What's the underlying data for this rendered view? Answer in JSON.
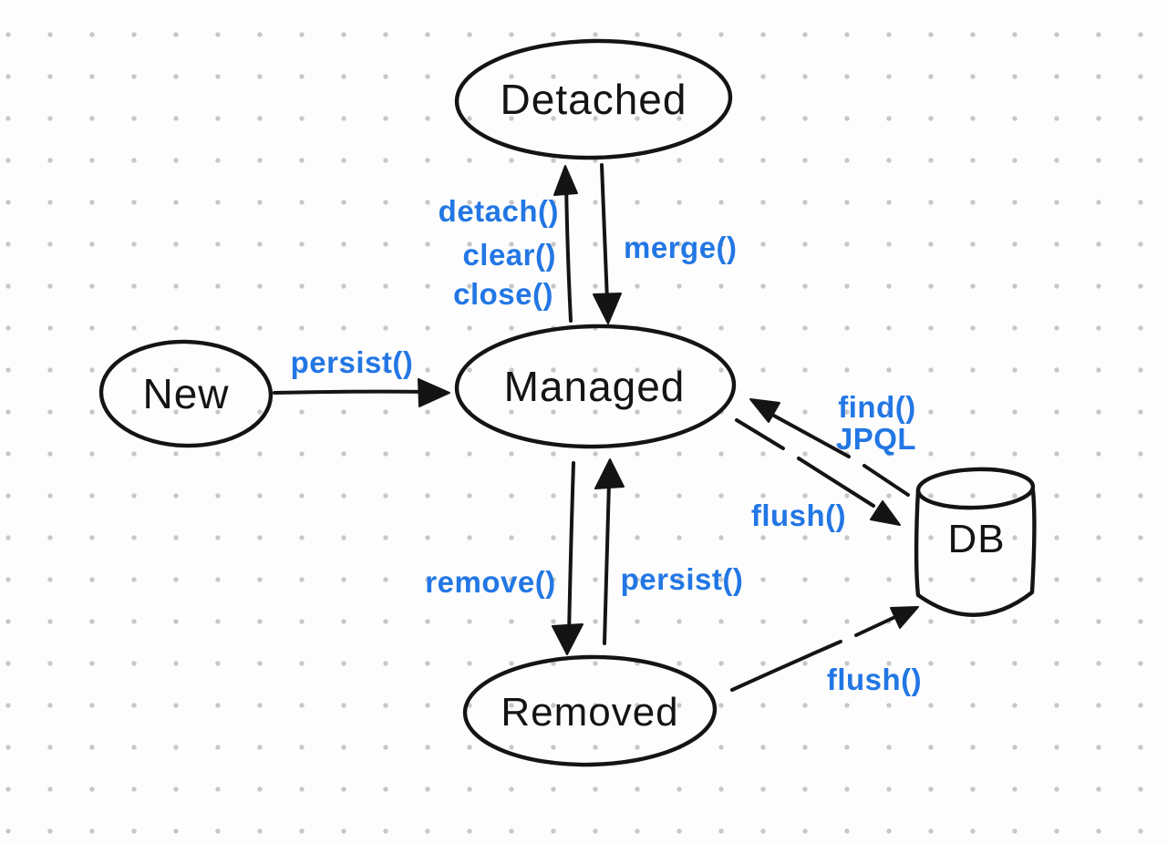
{
  "canvas": {
    "background": "#fdfdfd",
    "dot_color": "#c7c7c7",
    "ink_color": "#141414",
    "accent_color": "#2277e4"
  },
  "nodes": [
    {
      "id": "detached",
      "shape": "ellipse",
      "label": "Detached"
    },
    {
      "id": "new",
      "shape": "ellipse",
      "label": "New"
    },
    {
      "id": "managed",
      "shape": "ellipse",
      "label": "Managed"
    },
    {
      "id": "removed",
      "shape": "ellipse",
      "label": "Removed"
    },
    {
      "id": "db",
      "shape": "cylinder",
      "label": "DB"
    }
  ],
  "edges": [
    {
      "from": "managed",
      "to": "detached",
      "labels": [
        "detach()",
        "clear()",
        "close()"
      ]
    },
    {
      "from": "detached",
      "to": "managed",
      "labels": [
        "merge()"
      ]
    },
    {
      "from": "new",
      "to": "managed",
      "labels": [
        "persist()"
      ]
    },
    {
      "from": "db",
      "to": "managed",
      "labels": [
        "find()",
        "JPQL"
      ]
    },
    {
      "from": "managed",
      "to": "db",
      "labels": [
        "flush()"
      ]
    },
    {
      "from": "managed",
      "to": "removed",
      "labels": [
        "remove()"
      ]
    },
    {
      "from": "removed",
      "to": "managed",
      "labels": [
        "persist()"
      ]
    },
    {
      "from": "removed",
      "to": "db",
      "labels": [
        "flush()"
      ]
    }
  ]
}
